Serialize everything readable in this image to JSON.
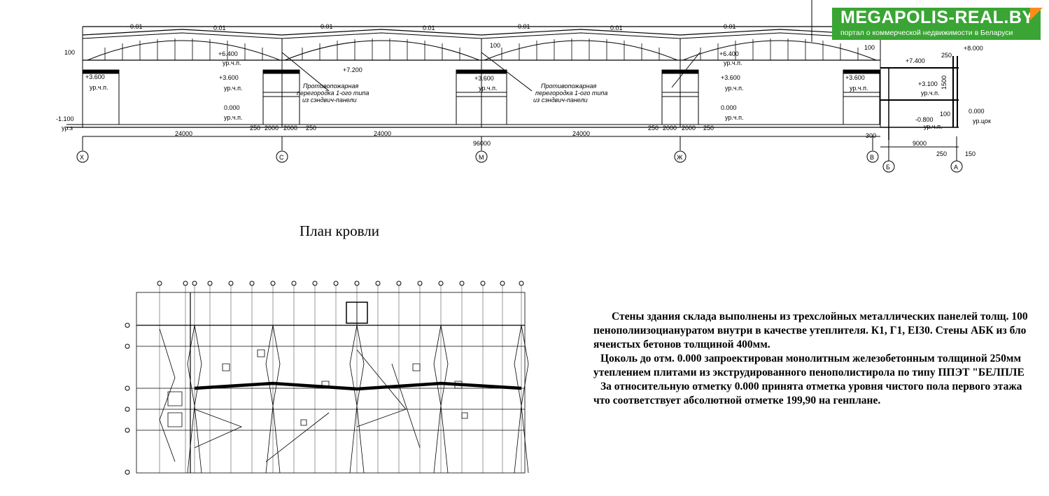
{
  "section": {
    "slope_labels": [
      "0.01",
      "0.01",
      "0.01",
      "0.01",
      "0.01",
      "0.01",
      "0.01"
    ],
    "left_100": "100",
    "mid_100": "100",
    "right_100": "100",
    "elev_640_l": "+6.400",
    "elev_640_r": "+6.400",
    "elev_720": "+7.200",
    "elev_360": [
      "+3.600",
      "+3.600",
      "+3.600",
      "+3.600",
      "+3.600"
    ],
    "elev_000_l": "0.000",
    "elev_000_r": "0.000",
    "elev_m1100": "-1.100",
    "ur_z": "ур.з",
    "ur_chp": "ур.ч.п.",
    "partition_lines": [
      "Противопожарная",
      "перегородка 1-ого типа",
      "из сэндвич-панели"
    ],
    "dims_small_l": [
      "250",
      "2000",
      "2000",
      "250"
    ],
    "dims_small_r": [
      "250",
      "2000",
      "2000",
      "250"
    ],
    "dim_24000": [
      "24000",
      "24000",
      "24000"
    ],
    "dim_total": "96000",
    "axes": [
      "Х",
      "С",
      "М",
      "Ж",
      "В",
      "Б",
      "А"
    ],
    "right_part": {
      "elev_800": "+8.000",
      "elev_740": "+7.400",
      "dim_250": "250",
      "elev_310": "+3.100",
      "ur_chp": "ур.ч.п.",
      "dim_1500": "1500",
      "elev_m080": "-0.800",
      "dim_100": "100",
      "ur_chp2": "ур.ч.п.",
      "elev_000": "0.000",
      "ur_tsok": "ур.цок",
      "dim_300": "300",
      "dim_9000": "9000",
      "dim_250b": "250",
      "dim_150": "150"
    }
  },
  "plan": {
    "title": "План кровли"
  },
  "notes": [
    "Стены здания склада выполнены из трехслойных металлических панелей толщ. 100",
    "пенополиизоциануратом внутри в качестве утеплителя. К1, Г1, EI30. Стены АБК из бло",
    "ячеистых бетонов толщиной 400мм.",
    "Цоколь до отм. 0.000 запроектирован монолитным железобетонным толщиной 250мм",
    "утеплением плитами из экструдированного пенополистирола по типу ППЭТ \"БЕЛПЛЕ",
    "За относительную отметку 0.000 принята отметка уровня чистого пола первого этажа",
    "что соответствует абсолютной отметке 199,90 на генплане."
  ],
  "logo": {
    "name": "MEGAPOLIS-REAL.BY",
    "tagline": "портал о коммерческой недвижимости в Беларуси",
    "colors": {
      "bg": "#3aa535",
      "corner": "#ff8c1a"
    }
  }
}
